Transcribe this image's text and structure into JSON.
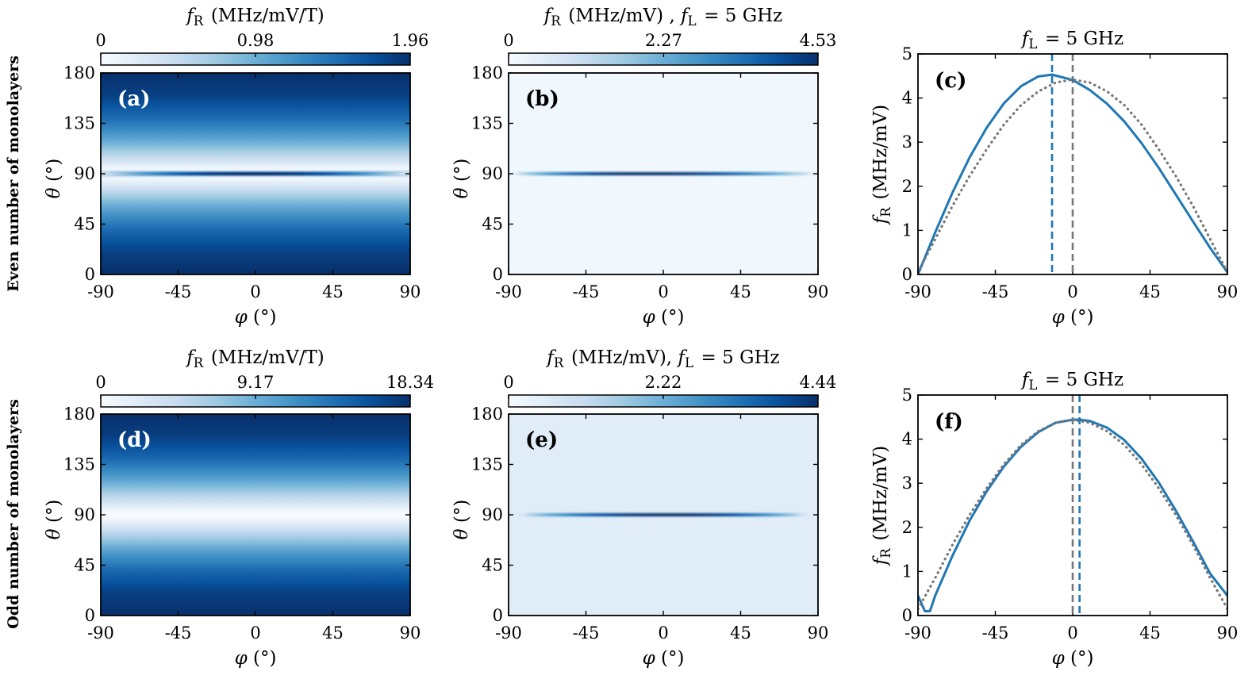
{
  "figure": {
    "row_labels": [
      "Even number of monolayers",
      "Odd number of monolayers"
    ]
  },
  "chart_data": [
    {
      "type": "heatmap",
      "panel": "(a)",
      "colorbar_title": "fR (MHz/mV/T)",
      "colorbar_ticks": [
        "0",
        "0.98",
        "1.96"
      ],
      "zlim": [
        0,
        1.96
      ],
      "xlabel": "φ (°)",
      "ylabel": "θ (°)",
      "x_ticks": [
        "-90",
        "-45",
        "0",
        "45",
        "90"
      ],
      "y_ticks": [
        "0",
        "45",
        "90",
        "135",
        "180"
      ],
      "xlim": [
        -90,
        90
      ],
      "ylim": [
        0,
        180
      ],
      "theta_profile": {
        "theta": [
          0,
          20,
          40,
          55,
          65,
          72,
          78,
          82,
          85,
          87,
          89,
          90,
          91,
          93,
          95,
          98,
          102,
          108,
          115,
          125,
          140,
          160,
          180
        ],
        "value": [
          1.96,
          1.84,
          1.52,
          1.18,
          0.88,
          0.62,
          0.38,
          0.2,
          0.08,
          0.03,
          0.9,
          1.5,
          0.9,
          0.03,
          0.08,
          0.2,
          0.38,
          0.62,
          0.88,
          1.18,
          1.52,
          1.84,
          1.96
        ]
      },
      "ridge": {
        "theta": 90,
        "phi_range": [
          -90,
          90
        ],
        "peak_value": 1.96
      },
      "colormap": "Blues"
    },
    {
      "type": "heatmap",
      "panel": "(b)",
      "colorbar_title": "fR (MHz/mV) , fL = 5 GHz",
      "colorbar_ticks": [
        "0",
        "2.27",
        "4.53"
      ],
      "zlim": [
        0,
        4.53
      ],
      "xlabel": "φ (°)",
      "ylabel": "θ (°)",
      "x_ticks": [
        "-90",
        "-45",
        "0",
        "45",
        "90"
      ],
      "y_ticks": [
        "0",
        "45",
        "90",
        "135",
        "180"
      ],
      "xlim": [
        -90,
        90
      ],
      "ylim": [
        0,
        180
      ],
      "background_value": 0.15,
      "ridge": {
        "theta": 90,
        "phi_range": [
          -90,
          90
        ],
        "peak_phi": -12,
        "peak_value": 4.53
      },
      "colormap": "Blues"
    },
    {
      "type": "line",
      "panel": "(c)",
      "title": "fL = 5 GHz",
      "xlabel": "φ (°)",
      "ylabel": "fR (MHz/mV)",
      "x_ticks": [
        "-90",
        "-45",
        "0",
        "45",
        "90"
      ],
      "y_ticks": [
        "0",
        "1",
        "2",
        "3",
        "4",
        "5"
      ],
      "xlim": [
        -90,
        90
      ],
      "ylim": [
        0,
        5
      ],
      "series": [
        {
          "style": "solid",
          "color": "#1f77b4",
          "x": [
            -90,
            -80,
            -70,
            -60,
            -50,
            -40,
            -30,
            -20,
            -12,
            0,
            10,
            20,
            30,
            40,
            50,
            60,
            70,
            80,
            90
          ],
          "y": [
            0,
            0.95,
            1.85,
            2.65,
            3.33,
            3.88,
            4.27,
            4.49,
            4.53,
            4.41,
            4.18,
            3.87,
            3.47,
            2.98,
            2.42,
            1.81,
            1.2,
            0.6,
            0.05
          ]
        },
        {
          "style": "dotted",
          "color": "#777777",
          "x": [
            -90,
            -80,
            -70,
            -60,
            -50,
            -40,
            -30,
            -20,
            -10,
            0,
            10,
            20,
            30,
            40,
            50,
            60,
            70,
            80,
            90
          ],
          "y": [
            0.05,
            0.8,
            1.55,
            2.23,
            2.84,
            3.4,
            3.84,
            4.15,
            4.35,
            4.42,
            4.35,
            4.15,
            3.84,
            3.4,
            2.84,
            2.23,
            1.55,
            0.8,
            0.05
          ]
        }
      ],
      "vlines": [
        {
          "x": -12,
          "color": "#1f77b4"
        },
        {
          "x": 0,
          "color": "#777777"
        }
      ]
    },
    {
      "type": "heatmap",
      "panel": "(d)",
      "colorbar_title": "fR (MHz/mV/T)",
      "colorbar_ticks": [
        "0",
        "9.17",
        "18.34"
      ],
      "zlim": [
        0,
        18.34
      ],
      "xlabel": "φ (°)",
      "ylabel": "θ (°)",
      "x_ticks": [
        "-90",
        "-45",
        "0",
        "45",
        "90"
      ],
      "y_ticks": [
        "0",
        "45",
        "90",
        "135",
        "180"
      ],
      "xlim": [
        -90,
        90
      ],
      "ylim": [
        0,
        180
      ],
      "theta_profile": {
        "theta": [
          0,
          20,
          40,
          55,
          65,
          72,
          78,
          82,
          85,
          88,
          90,
          92,
          95,
          98,
          102,
          108,
          115,
          125,
          140,
          160,
          180
        ],
        "value": [
          18.34,
          17.3,
          14.4,
          11.0,
          8.1,
          5.8,
          3.6,
          2.0,
          0.9,
          0.2,
          0.0,
          0.2,
          0.9,
          2.0,
          3.6,
          5.8,
          8.1,
          11.0,
          14.4,
          17.3,
          18.34
        ]
      },
      "colormap": "Blues"
    },
    {
      "type": "heatmap",
      "panel": "(e)",
      "colorbar_title": "fR (MHz/mV), fL = 5 GHz",
      "colorbar_ticks": [
        "0",
        "2.22",
        "4.44"
      ],
      "zlim": [
        0,
        4.44
      ],
      "xlabel": "φ (°)",
      "ylabel": "θ (°)",
      "x_ticks": [
        "-90",
        "-45",
        "0",
        "45",
        "90"
      ],
      "y_ticks": [
        "0",
        "45",
        "90",
        "135",
        "180"
      ],
      "xlim": [
        -90,
        90
      ],
      "ylim": [
        0,
        180
      ],
      "background_value": 0.5,
      "ridge": {
        "theta": 90,
        "phi_range": [
          -85,
          85
        ],
        "peak_phi": 4,
        "peak_value": 4.44
      },
      "colormap": "Blues"
    },
    {
      "type": "line",
      "panel": "(f)",
      "title": "fL = 5 GHz",
      "xlabel": "φ (°)",
      "ylabel": "fR (MHz/mV)",
      "x_ticks": [
        "-90",
        "-45",
        "0",
        "45",
        "90"
      ],
      "y_ticks": [
        "0",
        "1",
        "2",
        "3",
        "4",
        "5"
      ],
      "xlim": [
        -90,
        90
      ],
      "ylim": [
        0,
        5
      ],
      "series": [
        {
          "style": "solid",
          "color": "#1f77b4",
          "x": [
            -90,
            -86,
            -83,
            -80,
            -70,
            -60,
            -50,
            -40,
            -30,
            -20,
            -10,
            0,
            4,
            10,
            20,
            30,
            40,
            50,
            60,
            70,
            80,
            90
          ],
          "y": [
            0.45,
            0.1,
            0.1,
            0.45,
            1.35,
            2.15,
            2.82,
            3.38,
            3.83,
            4.16,
            4.37,
            4.44,
            4.44,
            4.41,
            4.26,
            3.98,
            3.56,
            3.02,
            2.38,
            1.68,
            0.95,
            0.45
          ]
        },
        {
          "style": "dotted",
          "color": "#777777",
          "x": [
            -90,
            -80,
            -70,
            -60,
            -50,
            -40,
            -30,
            -20,
            -10,
            0,
            10,
            20,
            30,
            40,
            50,
            60,
            70,
            80,
            90
          ],
          "y": [
            0.15,
            0.85,
            1.6,
            2.28,
            2.89,
            3.43,
            3.87,
            4.18,
            4.37,
            4.44,
            4.37,
            4.18,
            3.87,
            3.43,
            2.89,
            2.28,
            1.6,
            0.85,
            0.15
          ]
        }
      ],
      "vlines": [
        {
          "x": 0,
          "color": "#777777"
        },
        {
          "x": 4,
          "color": "#1f77b4"
        }
      ]
    }
  ]
}
